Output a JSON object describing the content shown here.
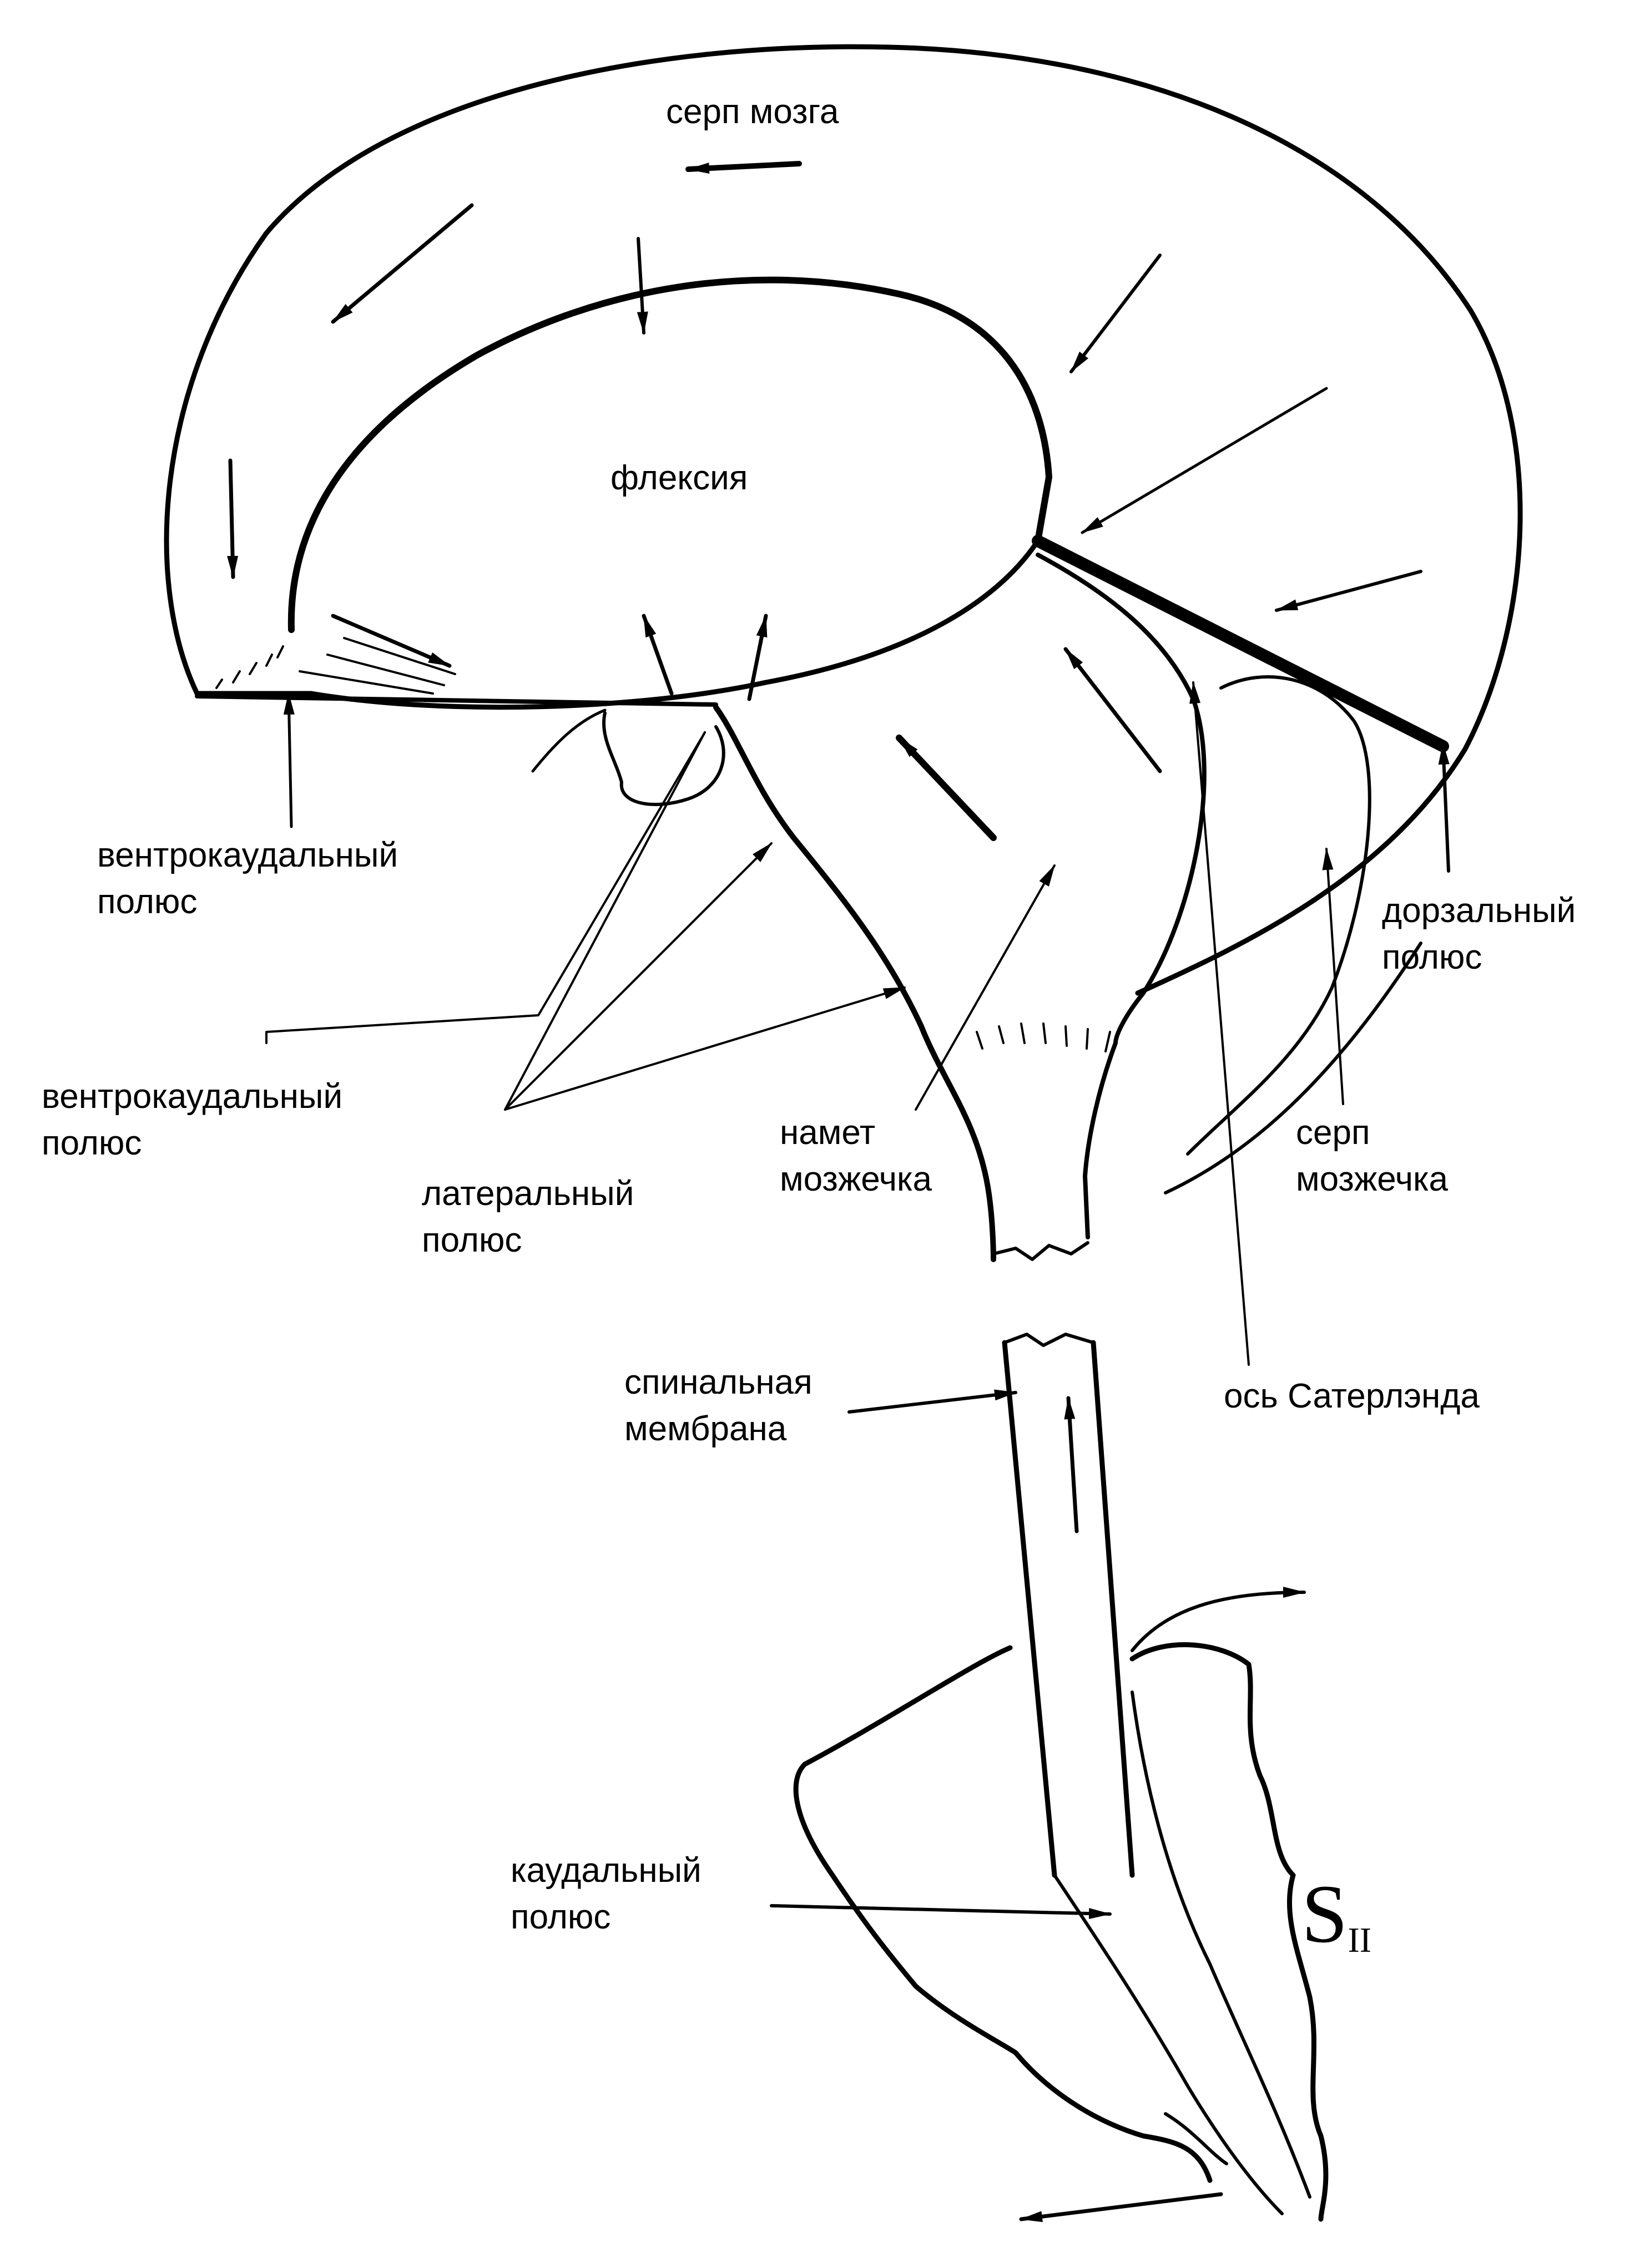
{
  "labels": {
    "falx_cerebri": "серп мозга",
    "flexion": "флексия",
    "ventrocaudal_pole_1": [
      "вентрокаудальный",
      "полюс"
    ],
    "ventrocaudal_pole_2": [
      "вентрокаудальный",
      "полюс"
    ],
    "lateral_pole": [
      "латеральный",
      "полюс"
    ],
    "tentorium": [
      "намет",
      "мозжечка"
    ],
    "falx_cerebelli": [
      "серп",
      "мозжечка"
    ],
    "dorsal_pole": [
      "дорзальный",
      "полюс"
    ],
    "sutherland_axis": "ось Сатерлэнда",
    "spinal_membrane": [
      "спинальная",
      "мембрана"
    ],
    "caudal_pole": [
      "каудальный",
      "полюс"
    ],
    "sacrum_letter": "S",
    "sacrum_subscript": "II"
  }
}
